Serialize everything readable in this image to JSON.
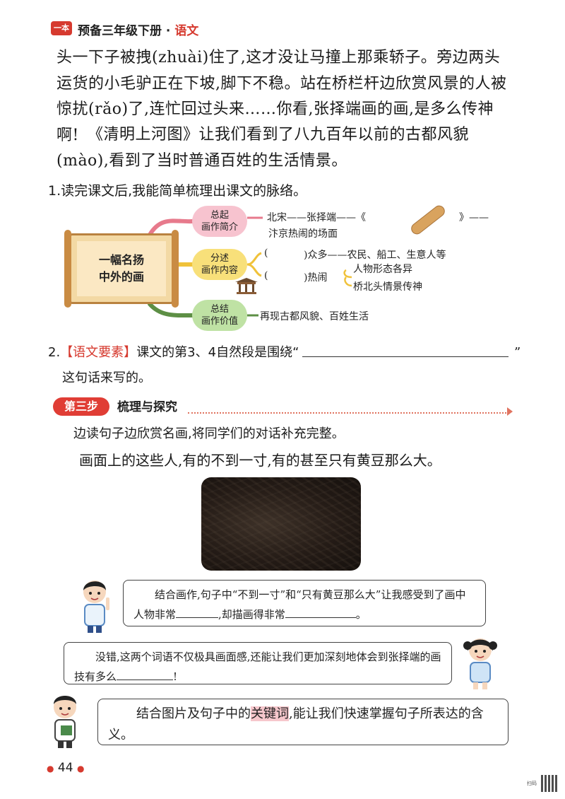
{
  "header": {
    "badge": "一本",
    "title": "预备三年级下册",
    "sep": "·",
    "subject": "语文"
  },
  "passage": {
    "p1": "头一下子被拽(zhuài)住了,这才没让马撞上那乘轿子。旁边两头运货的小毛驴正在下坡,脚下不稳。站在桥栏杆边欣赏风景的人被惊扰(rǎo)了,连忙回过头来……你看,张择端画的画,是多么传神啊!",
    "p2": "《清明上河图》让我们看到了八九百年以前的古都风貌(mào),看到了当时普通百姓的生活情景。"
  },
  "q1": {
    "label": "1.读完课文后,我能简单梳理出课文的脉络。",
    "center": [
      "一幅名扬",
      "中外的画"
    ],
    "nodes": [
      {
        "l1": "总起",
        "l2": "画作简介"
      },
      {
        "l1": "分述",
        "l2": "画作内容"
      },
      {
        "l1": "总结",
        "l2": "画作价值"
      }
    ],
    "n1_text1": "北宋——张择端——《",
    "n1_text2": "》——",
    "n1_text3": "汴京热闹的场面",
    "n2_a_open": "(",
    "n2_a_close": ")众多——农民、船工、生意人等",
    "n2_a_sub": "人物形态各异",
    "n2_b_open": "(",
    "n2_b_close": ")热闹",
    "n2_b_sub": "桥北头情景传神",
    "n3_text": "再现古都风貌、百姓生活"
  },
  "q2": {
    "num": "2.",
    "tag": "【语文要素】",
    "text1": "课文的第3、4自然段是围绕“",
    "close_quote": "”",
    "text2": "这句话来写的。"
  },
  "step": {
    "badge": "第三步",
    "title": "梳理与探究"
  },
  "instruction": "边读句子边欣赏名画,将同学们的对话补充完整。",
  "sentence": "画面上的这些人,有的不到一寸,有的甚至只有黄豆那么大。",
  "bubbles": {
    "b1_a": "结合画作,句子中“不到一寸”和“只有黄豆那么大”让我感受到了画中人物非常",
    "b1_b": ",却描画得非常",
    "b1_c": "。",
    "b2_a": "没错,这两个词语不仅极具画面感,还能让我们更加深刻地体会到张择端的画技有多么",
    "b2_b": "!",
    "b3_a": "结合图片及句子中的",
    "b3_hl": "关键词",
    "b3_b": ",能让我们快速掌握句子所表达的含义。"
  },
  "footer": {
    "page": "44",
    "qr_label": "扫码"
  },
  "colors": {
    "accent": "#d63a2f",
    "node_pink": "#f7c3cf",
    "node_yellow": "#f8e07a",
    "node_green": "#bfe2a4"
  }
}
